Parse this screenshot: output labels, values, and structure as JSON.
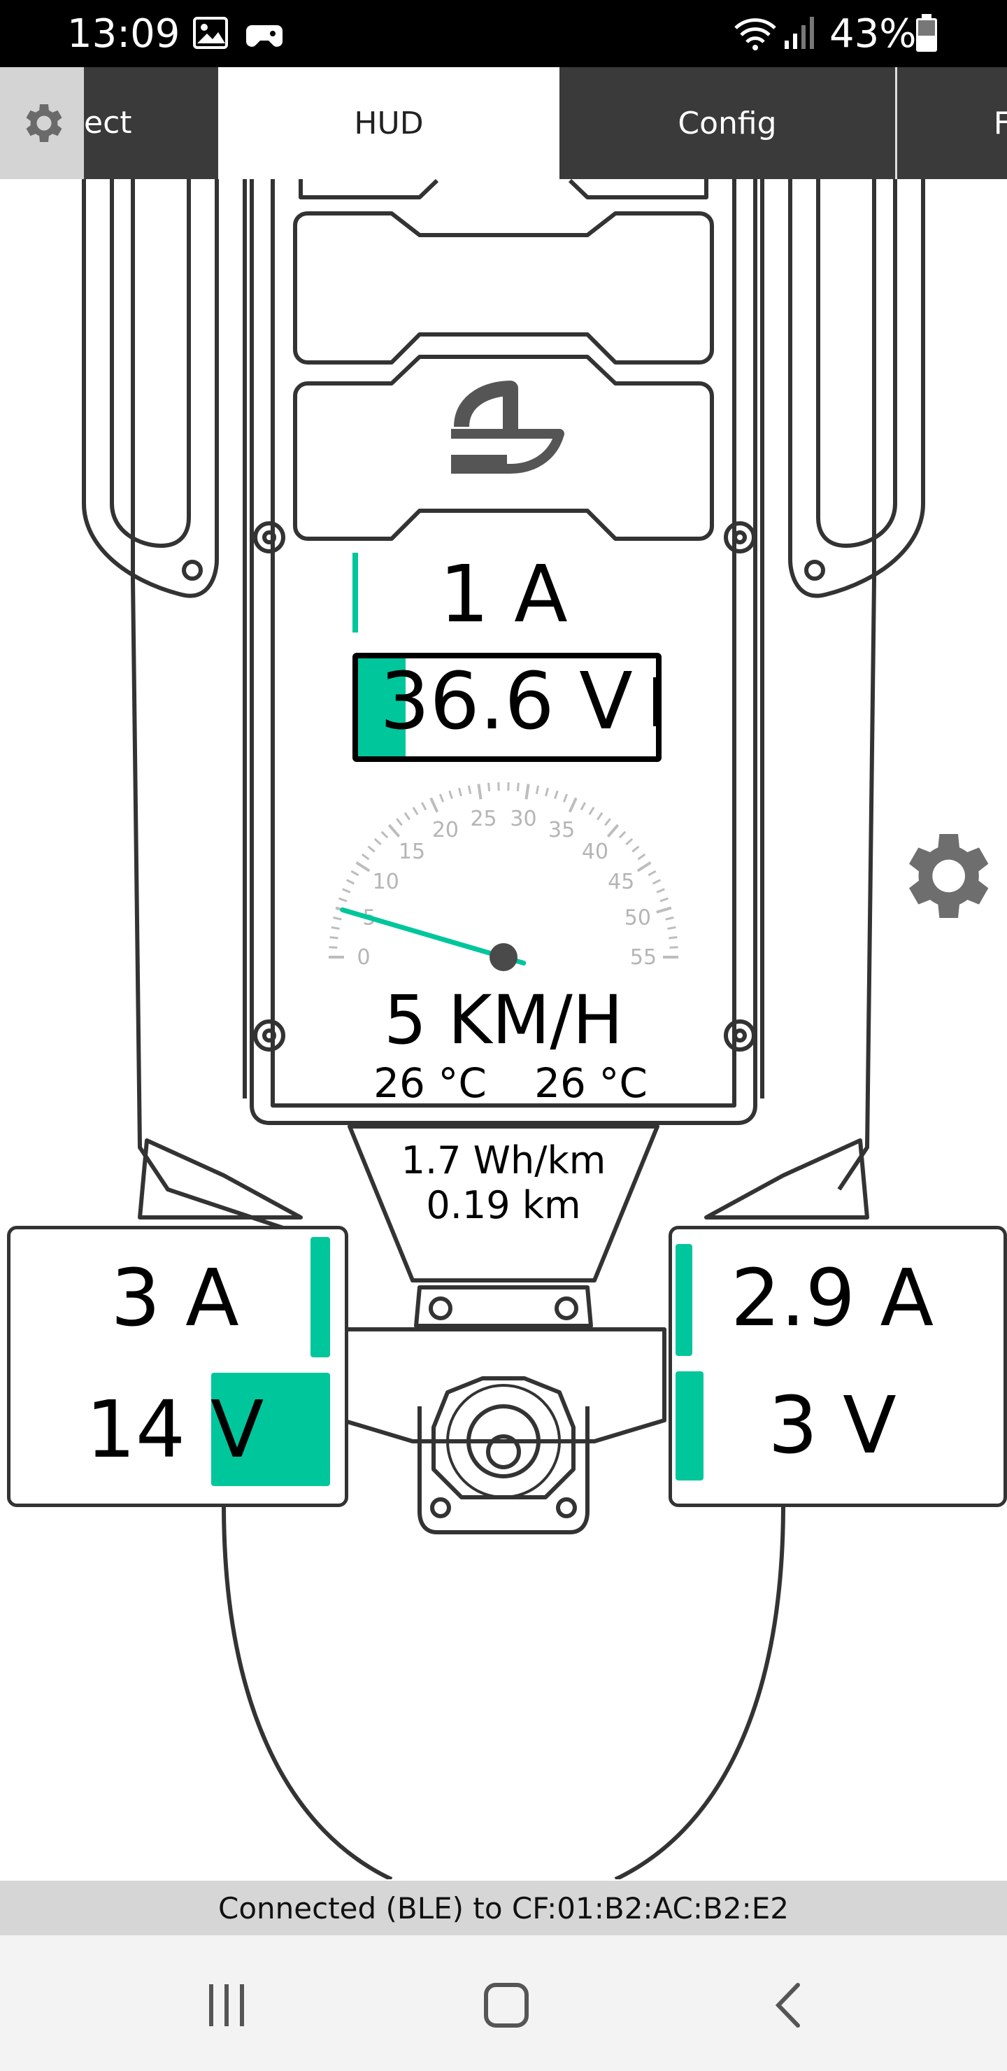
{
  "status_bar": {
    "time": "13:09",
    "battery_percent": "43%",
    "icons": [
      "gallery-icon",
      "game-icon",
      "wifi-icon",
      "signal-icon",
      "battery-icon"
    ]
  },
  "tabs": {
    "items": [
      {
        "label": "ect",
        "active": false
      },
      {
        "label": "HUD",
        "active": true
      },
      {
        "label": "Config",
        "active": false
      },
      {
        "label": "F",
        "active": false
      }
    ]
  },
  "hud": {
    "main_current": "1 A",
    "main_voltage": "36.6 V",
    "battery_level": 0.16,
    "speed": "5 KM/H",
    "speed_value": 5,
    "gauge": {
      "ticks": [
        "0",
        "5",
        "10",
        "15",
        "20",
        "25",
        "30",
        "35",
        "40",
        "45",
        "50",
        "55"
      ],
      "max": 55
    },
    "temp_left": "26 °C",
    "temp_right": "26 °C",
    "efficiency": "1.7 Wh/km",
    "distance": "0.19 km",
    "left_motor": {
      "current": "3 A",
      "voltage": "14 V"
    },
    "right_motor": {
      "current": "2.9 A",
      "voltage": "3 V"
    }
  },
  "connection": "Connected (BLE) to CF:01:B2:AC:B2:E2",
  "colors": {
    "accent": "#00c69c",
    "tabbar": "#3a3a3a",
    "line": "#333333"
  }
}
